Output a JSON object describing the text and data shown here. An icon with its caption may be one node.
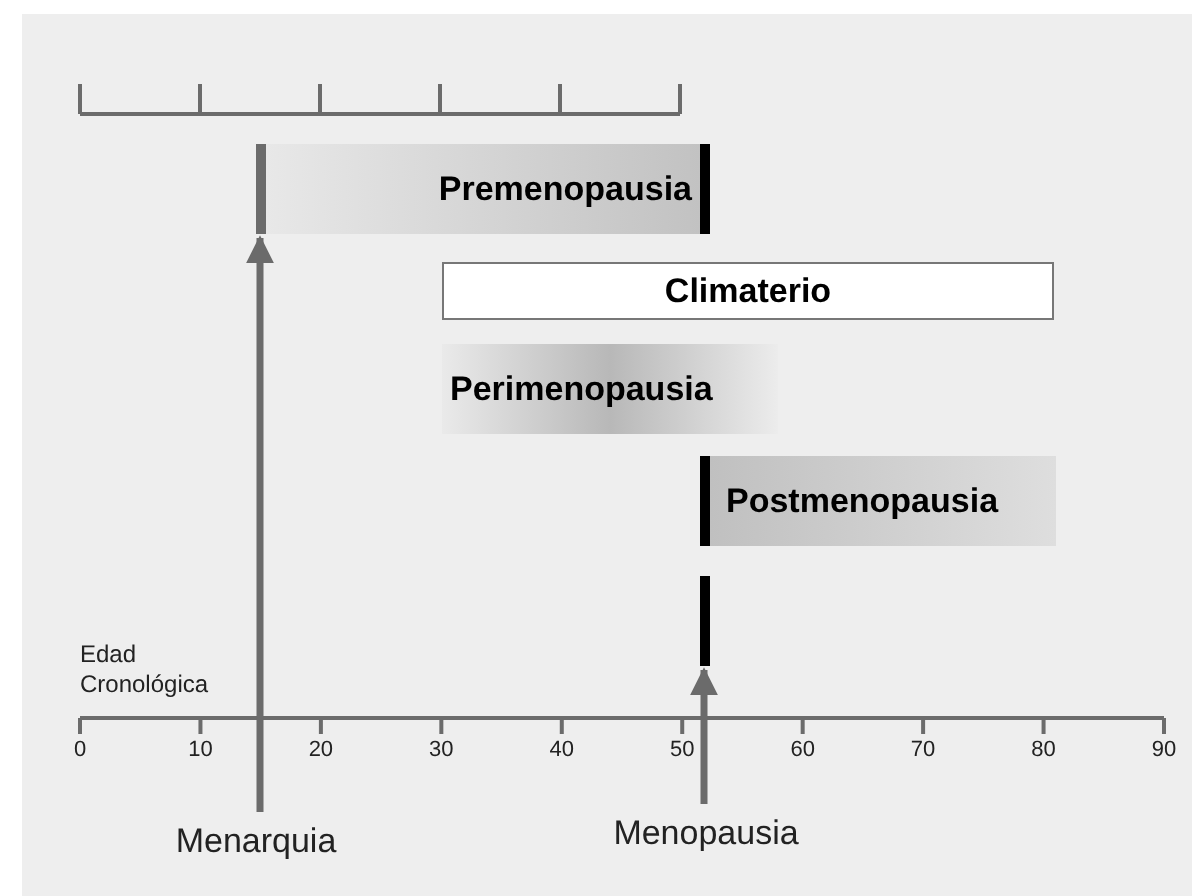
{
  "diagram": {
    "nodes": [
      {
        "text": [
          "Premenopausia"
        ]
      },
      {
        "text": [
          "Climaterio"
        ]
      },
      {
        "text": [
          "Perimenopausia"
        ]
      },
      {
        "text": [
          "Postmenopausia"
        ]
      },
      {
        "text": [],
        "shape": "bar"
      },
      {
        "text": [
          "Menarquia"
        ]
      },
      {
        "text": [
          "Menopausia"
        ]
      }
    ],
    "edges": [
      {
        "from": 5,
        "to": 0,
        "arrow": "to"
      },
      {
        "from": 6,
        "to": 4,
        "arrow": "to"
      }
    ],
    "labels": [
      "Edad Cronológica",
      "0",
      "10",
      "20",
      "30",
      "40",
      "50",
      "60",
      "70",
      "80",
      "90"
    ]
  }
}
